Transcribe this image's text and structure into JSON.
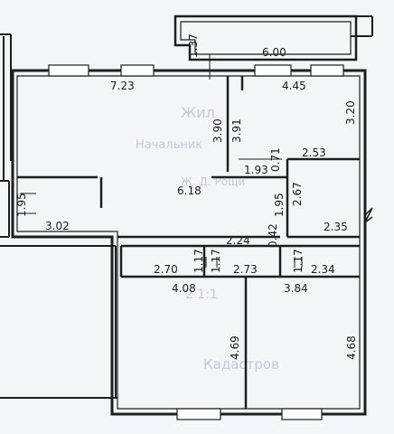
{
  "plan": {
    "paper_color": "#f3f5f7",
    "wall_color": "#1e1e1e",
    "stamp_color": "#9aa8c6"
  },
  "faded_stamp_text": [
    "Жил",
    "Начальник",
    "Ж. Д. Рощи",
    "2 1:1",
    "Кадастров"
  ],
  "measurements": {
    "bal_height": "1.37",
    "bal_width": "6.00",
    "left_top_width": "7.23",
    "right_top_width": "4.45",
    "wall_a": "3.90",
    "wall_b": "3.91",
    "right_height": "3.20",
    "corridor_width": "2.53",
    "small_w": "1.93",
    "small_h": "0.71",
    "hall_area": "6.18",
    "hall_h_a": "2.67",
    "hall_h_b": "1.95",
    "left_h": "1.95",
    "bath_w": "2.35",
    "left_bottom_w": "3.02",
    "corr_w2": "2.24",
    "corr_gap": "0.42",
    "wc_w": "2.70",
    "wc_h_a": "1.17",
    "wc_h_b": "1.17",
    "mid_w": "2.73",
    "mid_h": "1.17",
    "right_w2": "2.34",
    "room_bl_w": "4.08",
    "room_br_w": "3.84",
    "room_bl_h": "4.69",
    "room_br_h": "4.68"
  }
}
